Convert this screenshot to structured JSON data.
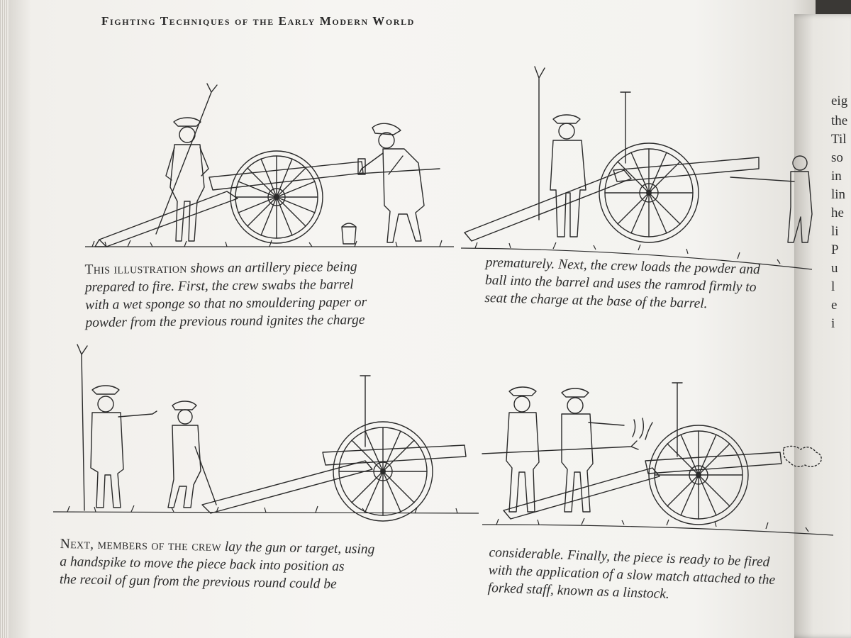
{
  "header": {
    "running_title": "Fighting Techniques of the Early Modern World"
  },
  "captions": {
    "panel1": {
      "lead": "This illustration",
      "lines": [
        " shows an artillery piece being",
        "prepared to fire. First, the crew swabs the barrel",
        "with a wet sponge so that no smouldering paper or",
        "powder from the previous round ignites the charge"
      ]
    },
    "panel2": {
      "lines": [
        "prematurely. Next, the crew loads the powder and",
        "ball into the barrel and uses the ramrod firmly to",
        "seat the charge at the base of the barrel."
      ]
    },
    "panel3": {
      "lead": "Next, members of the crew",
      "lines": [
        " lay the gun or target, using",
        "a handspike to move the piece back into position as",
        "the recoil of gun from the previous round could be"
      ]
    },
    "panel4": {
      "lines": [
        "considerable. Finally, the piece is ready to be fired",
        "with the application of a slow match attached to the",
        "forked staff, known as a linstock."
      ]
    }
  },
  "facing_page_fragments": [
    "eig",
    "the",
    "Til",
    "so",
    "in",
    "lin",
    "he",
    "li",
    "P",
    "u",
    "l",
    "e",
    "i"
  ]
}
